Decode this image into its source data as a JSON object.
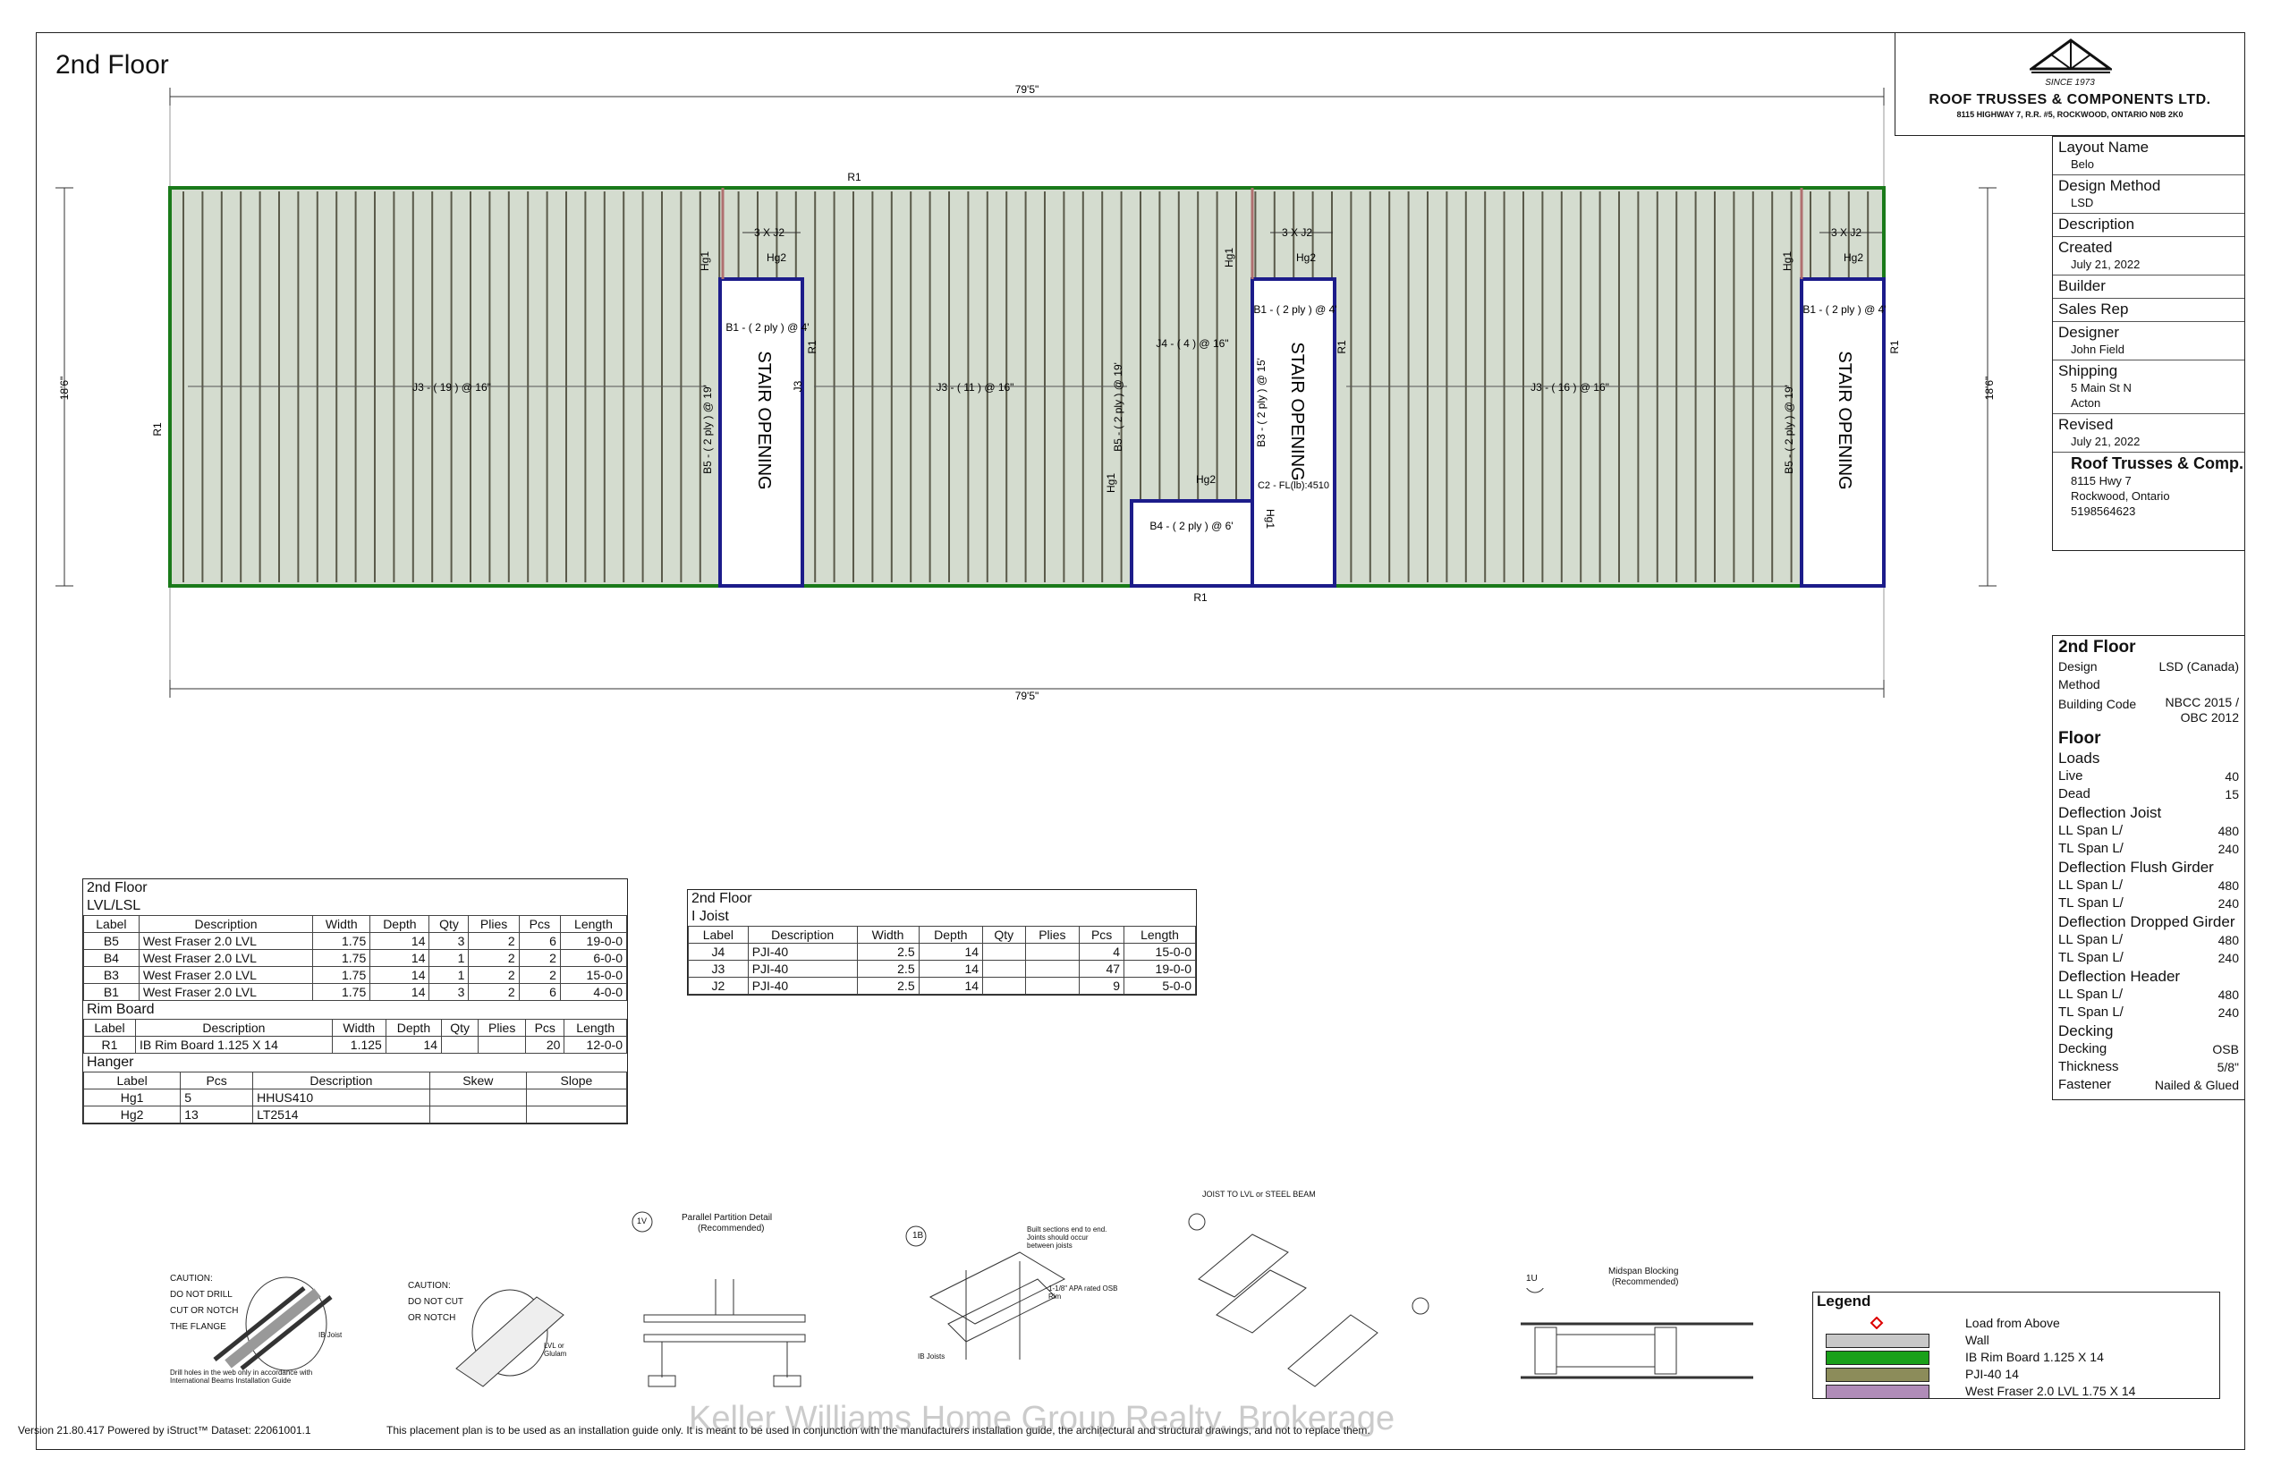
{
  "title": "2nd Floor",
  "company": {
    "since": "SINCE 1973",
    "name": "ROOF TRUSSES & COMPONENTS LTD.",
    "address": "8115 HIGHWAY 7, R.R. #5, ROCKWOOD, ONTARIO  N0B 2K0"
  },
  "info": {
    "layout_name_label": "Layout Name",
    "layout_name": "Belo",
    "design_method_label": "Design Method",
    "design_method": "LSD",
    "description_label": "Description",
    "created_label": "Created",
    "created": "July 21, 2022",
    "builder_label": "Builder",
    "sales_rep_label": "Sales Rep",
    "designer_label": "Designer",
    "designer": "John  Field",
    "shipping_label": "Shipping",
    "shipping_line1": "5 Main St N",
    "shipping_line2": "Acton",
    "revised_label": "Revised",
    "revised": "July 21, 2022",
    "contact_name": "Roof Trusses & Comp.",
    "contact_addr1": "8115 Hwy 7",
    "contact_addr2": "Rockwood, Ontario",
    "contact_phone": "5198564623"
  },
  "design": {
    "heading": "2nd Floor",
    "design_method_label": "Design Method",
    "design_method": "LSD (Canada)",
    "building_code_label": "Building Code",
    "building_code": "NBCC 2015 / OBC 2012",
    "floor_heading": "Floor",
    "loads_label": "Loads",
    "live_label": "Live",
    "live": "40",
    "dead_label": "Dead",
    "dead": "15",
    "defl_joist_label": "Deflection Joist",
    "defl_flush_label": "Deflection Flush Girder",
    "defl_dropped_label": "Deflection Dropped Girder",
    "defl_header_label": "Deflection Header",
    "ll_span_label": "LL Span  L/",
    "tl_span_label": "TL Span  L/",
    "ll_value": "480",
    "tl_value": "240",
    "decking_heading": "Decking",
    "decking_label": "Decking",
    "decking": "OSB",
    "thickness_label": "Thickness",
    "thickness": "5/8\"",
    "fastener_label": "Fastener",
    "fastener": "Nailed & Glued"
  },
  "plan": {
    "dim_top": "79'5\"",
    "dim_bottom": "79'5\"",
    "dim_left": "18'6\"",
    "dim_right": "18'6\"",
    "rim_label": "R1",
    "stair_label": "STAIR OPENING",
    "j3_19": "J3 - ( 19 ) @ 16\"",
    "j3_11": "J3 - ( 11 ) @ 16\"",
    "j3_16": "J3 - ( 16 ) @ 16\"",
    "j4": "J4 - ( 4 ) @ 16\"",
    "j3": "J3",
    "j2_3x": "3 X J2",
    "hg1": "Hg1",
    "hg2": "Hg2",
    "b1": "B1 - ( 2 ply ) @ 4'",
    "b5": "B5 - ( 2 ply ) @ 19'",
    "b3": "B3 - ( 2 ply ) @ 15'",
    "b4": "B4 - ( 2 ply ) @ 6'",
    "c2": "C2 - FL(lb):4510"
  },
  "lvl_table": {
    "floor": "2nd Floor",
    "section": "LVL/LSL",
    "headers": [
      "Label",
      "Description",
      "Width",
      "Depth",
      "Qty",
      "Plies",
      "Pcs",
      "Length"
    ],
    "rows": [
      [
        "B5",
        "West Fraser 2.0 LVL",
        "1.75",
        "14",
        "3",
        "2",
        "6",
        "19-0-0"
      ],
      [
        "B4",
        "West Fraser 2.0 LVL",
        "1.75",
        "14",
        "1",
        "2",
        "2",
        "6-0-0"
      ],
      [
        "B3",
        "West Fraser 2.0 LVL",
        "1.75",
        "14",
        "1",
        "2",
        "2",
        "15-0-0"
      ],
      [
        "B1",
        "West Fraser 2.0 LVL",
        "1.75",
        "14",
        "3",
        "2",
        "6",
        "4-0-0"
      ]
    ],
    "rim_section": "Rim Board",
    "rim_headers": [
      "Label",
      "Description",
      "Width",
      "Depth",
      "Qty",
      "Plies",
      "Pcs",
      "Length"
    ],
    "rim_rows": [
      [
        "R1",
        "IB Rim Board 1.125 X 14",
        "1.125",
        "14",
        "",
        "",
        "20",
        "12-0-0"
      ]
    ],
    "hanger_section": "Hanger",
    "hanger_headers": [
      "Label",
      "Pcs",
      "Description",
      "Skew",
      "Slope"
    ],
    "hanger_rows": [
      [
        "Hg1",
        "5",
        "HHUS410",
        "",
        ""
      ],
      [
        "Hg2",
        "13",
        "LT2514",
        "",
        ""
      ]
    ]
  },
  "joist_table": {
    "floor": "2nd Floor",
    "section": "I Joist",
    "headers": [
      "Label",
      "Description",
      "Width",
      "Depth",
      "Qty",
      "Plies",
      "Pcs",
      "Length"
    ],
    "rows": [
      [
        "J4",
        "PJI-40",
        "2.5",
        "14",
        "",
        "",
        "4",
        "15-0-0"
      ],
      [
        "J3",
        "PJI-40",
        "2.5",
        "14",
        "",
        "",
        "47",
        "19-0-0"
      ],
      [
        "J2",
        "PJI-40",
        "2.5",
        "14",
        "",
        "",
        "9",
        "5-0-0"
      ]
    ]
  },
  "legend": {
    "title": "Legend",
    "items": [
      {
        "label": "Load from Above",
        "color": "#ffffff"
      },
      {
        "label": "Wall",
        "color": "#c8c8c8"
      },
      {
        "label": "IB Rim Board 1.125 X 14",
        "color": "#1aa01a"
      },
      {
        "label": "PJI-40 14",
        "color": "#8c8c5a"
      },
      {
        "label": "West Fraser 2.0 LVL 1.75 X 14",
        "color": "#b08cb8"
      }
    ]
  },
  "details": {
    "caution1_l1": "CAUTION:",
    "caution1_l2": "DO NOT DRILL",
    "caution1_l3": "CUT OR NOTCH",
    "caution1_l4": "THE FLANGE",
    "caution1_note": "Drill holes in the web only in accordance with International Beams Installation Guide",
    "caution1_ib": "IB Joist",
    "caution2_l1": "CAUTION:",
    "caution2_l2": "DO NOT CUT",
    "caution2_l3": "OR NOTCH",
    "caution2_lvl": "LVL or Glulam",
    "d1v_tag": "1V",
    "d1v_title": "Parallel Partition Detail",
    "d1v_sub": "(Recommended)",
    "d1b_tag": "1B",
    "d1b_note1": "Built sections end to end. Joints should occur between joists",
    "d1b_note2": "1-1/8\" APA rated OSB Rim",
    "d1b_ib": "IB Joists",
    "d1j_title": "JOIST TO LVL or STEEL BEAM",
    "d1u_tag": "1U",
    "d1u_title": "Midspan Blocking",
    "d1u_sub": "(Recommended)"
  },
  "footer": {
    "version": "Version 21.80.417 Powered by iStruct™ Dataset: 22061001.1",
    "disclaimer": "This placement plan is to be used as an installation guide only. It is meant to be used in conjunction with the manufacturers installation guide, the architectural and structural drawings, and not to replace them.",
    "watermark": "Keller Williams Home Group Realty, Brokerage"
  }
}
